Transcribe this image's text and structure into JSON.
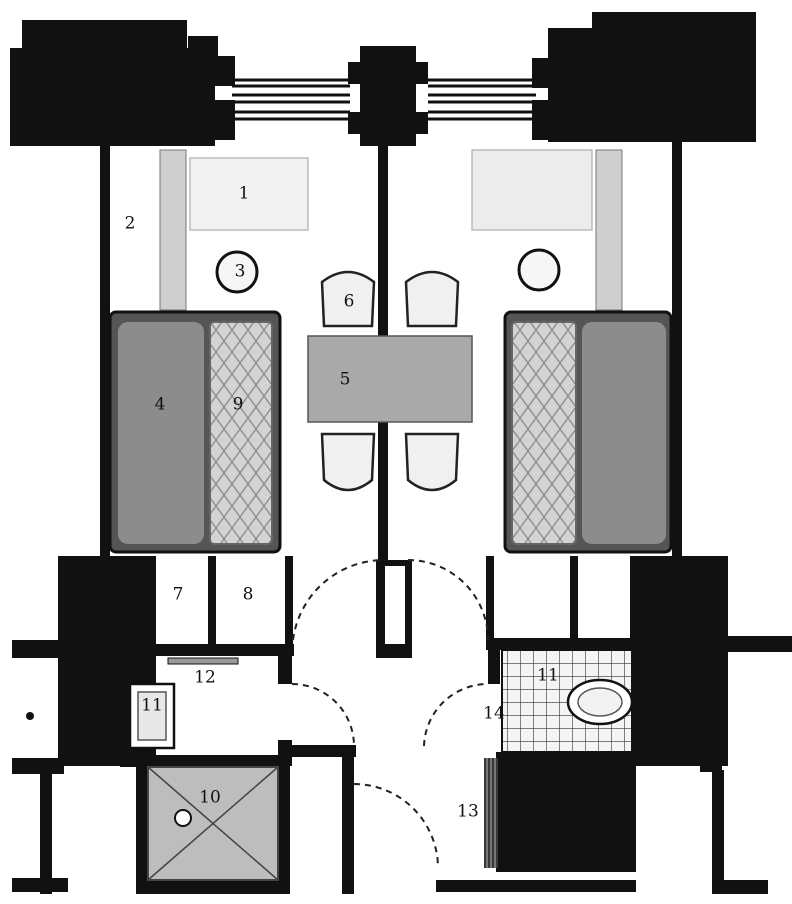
{
  "colors": {
    "wall": "#111111",
    "floor": "#ffffff",
    "bed": "#8c8c8c",
    "bedspread": "#c8c8c8",
    "furniture_light": "#e2e2e2",
    "table": "#a9a9a9",
    "shower": "#bdbdbd",
    "tile": "#f4f4f4"
  },
  "labels": [
    {
      "key": "rug",
      "text": "1"
    },
    {
      "key": "window-strip",
      "text": "2"
    },
    {
      "key": "lamp",
      "text": "3"
    },
    {
      "key": "bed",
      "text": "4"
    },
    {
      "key": "table",
      "text": "5"
    },
    {
      "key": "chair",
      "text": "6"
    },
    {
      "key": "closet-a",
      "text": "7"
    },
    {
      "key": "closet-b",
      "text": "8"
    },
    {
      "key": "bedspread",
      "text": "9"
    },
    {
      "key": "shower",
      "text": "10"
    },
    {
      "key": "washbasin-left",
      "text": "11"
    },
    {
      "key": "washbasin-right",
      "text": "11"
    },
    {
      "key": "mirror",
      "text": "12"
    },
    {
      "key": "partition",
      "text": "13"
    },
    {
      "key": "tiled-wall",
      "text": "14"
    }
  ],
  "icons": [
    "bed-icon",
    "lamp-icon",
    "chair-icon",
    "table-icon",
    "door-swing-icon",
    "shower-icon",
    "washbasin-icon",
    "toilet-icon"
  ]
}
